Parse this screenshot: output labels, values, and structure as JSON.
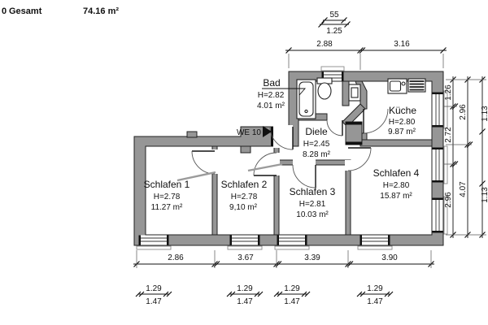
{
  "header": {
    "prefix": "0",
    "label": "Gesamt",
    "value": "74.16 m²"
  },
  "entrance_label": "WE 10",
  "rooms": {
    "bad": {
      "name": "Bad",
      "h": "H=2.82",
      "area": "4.01 m²"
    },
    "kueche": {
      "name": "Küche",
      "h": "H=2.80",
      "area": "9.87 m²"
    },
    "diele": {
      "name": "Diele",
      "h": "H=2.45",
      "area": "8.28 m²"
    },
    "s1": {
      "name": "Schlafen 1",
      "h": "H=2.78",
      "area": "11.27 m²"
    },
    "s2": {
      "name": "Schlafen 2",
      "h": "H=2.78",
      "area": "9,10 m²"
    },
    "s3": {
      "name": "Schlafen 3",
      "h": "H=2.81",
      "area": "10.03 m²"
    },
    "s4": {
      "name": "Schlafen 4",
      "h": "H=2.80",
      "area": "15.87 m²"
    }
  },
  "dims": {
    "top_small_upper": "55",
    "top_small_lower": "1.25",
    "top": [
      "2.88",
      "3.16"
    ],
    "bottom": [
      "2.86",
      "3.67",
      "3.39",
      "3.90"
    ],
    "window_dims": [
      {
        "a": "1.29",
        "b": "1.47"
      },
      {
        "a": "1.29",
        "b": "1.47"
      },
      {
        "a": "1.29",
        "b": "1.47"
      },
      {
        "a": "1.29",
        "b": "1.47"
      }
    ],
    "right_inner": [
      "1.26",
      "2.72",
      "2.96"
    ],
    "right_mid": [
      "2.96",
      "4.07"
    ],
    "right_edge": [
      "1.13",
      "1.13"
    ]
  }
}
